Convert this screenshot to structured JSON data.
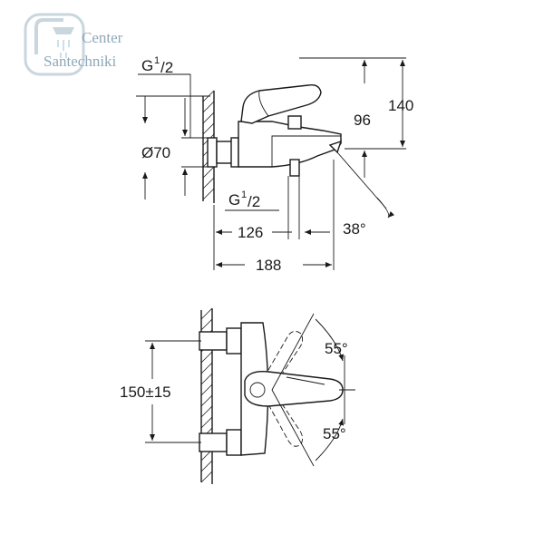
{
  "logo": {
    "line1": "Center",
    "line2": "Santechniki"
  },
  "top_view": {
    "inlet_thread_top": {
      "main": "G",
      "sup": "1",
      "sub": "/2"
    },
    "inlet_thread_bottom": {
      "main": "G",
      "sup": "1",
      "sub": "/2"
    },
    "diameter": "Ø70",
    "dim_140": "140",
    "dim_96": "96",
    "dim_126": "126",
    "dim_188": "188",
    "angle": "38°"
  },
  "bottom_view": {
    "spacing": "150±15",
    "angle_up": "55°",
    "angle_down": "55°"
  }
}
